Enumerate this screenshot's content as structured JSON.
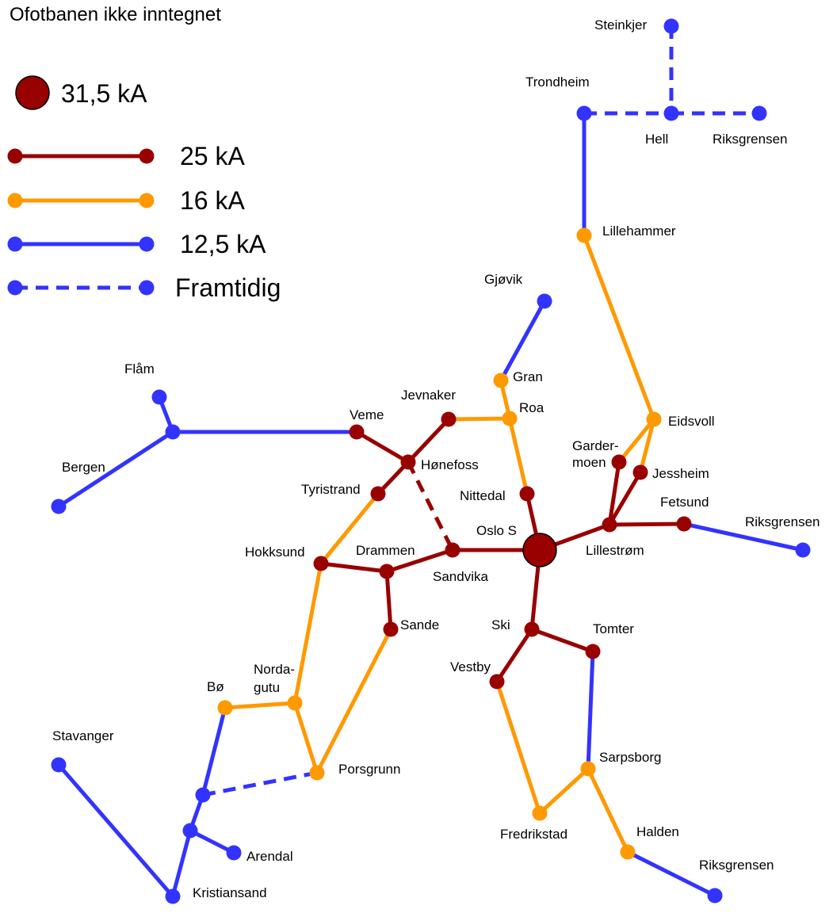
{
  "title": "Ofotbanen ikke inntegnet",
  "colors": {
    "high": "#990000",
    "mid": "#ff9900",
    "low": "#3333ff",
    "node_outline": "#000000"
  },
  "legend": {
    "node_label": "31,5 kA",
    "line_high_label": "25 kA",
    "line_mid_label": "16 kA",
    "line_low_label": "12,5 kA",
    "line_future_label": "Framtidig"
  },
  "stations": {
    "steinkjer": "Steinkjer",
    "trondheim": "Trondheim",
    "hell": "Hell",
    "riksgrensen_n": "Riksgrensen",
    "lillehammer": "Lillehammer",
    "gjovik": "Gjøvik",
    "gran": "Gran",
    "roa": "Roa",
    "jevnaker": "Jevnaker",
    "flam": "Flåm",
    "bergen": "Bergen",
    "veme": "Veme",
    "honefoss": "Hønefoss",
    "tyristrand": "Tyristrand",
    "nittedal": "Nittedal",
    "eidsvoll": "Eidsvoll",
    "gardermoen_1": "Garder-",
    "gardermoen_2": "moen",
    "jessheim": "Jessheim",
    "fetsund": "Fetsund",
    "riksgrensen_e": "Riksgrensen",
    "oslo": "Oslo S",
    "lillestrom": "Lillestrøm",
    "hokksund": "Hokksund",
    "drammen": "Drammen",
    "sandvika": "Sandvika",
    "sande": "Sande",
    "ski": "Ski",
    "tomter": "Tomter",
    "vestby": "Vestby",
    "nordagutu_1": "Norda-",
    "nordagutu_2": "gutu",
    "bo": "Bø",
    "stavanger": "Stavanger",
    "porsgrunn": "Porsgrunn",
    "sarpsborg": "Sarpsborg",
    "fredrikstad": "Fredrikstad",
    "halden": "Halden",
    "arendal": "Arendal",
    "kristiansand": "Kristiansand",
    "riksgrensen_s": "Riksgrensen"
  }
}
